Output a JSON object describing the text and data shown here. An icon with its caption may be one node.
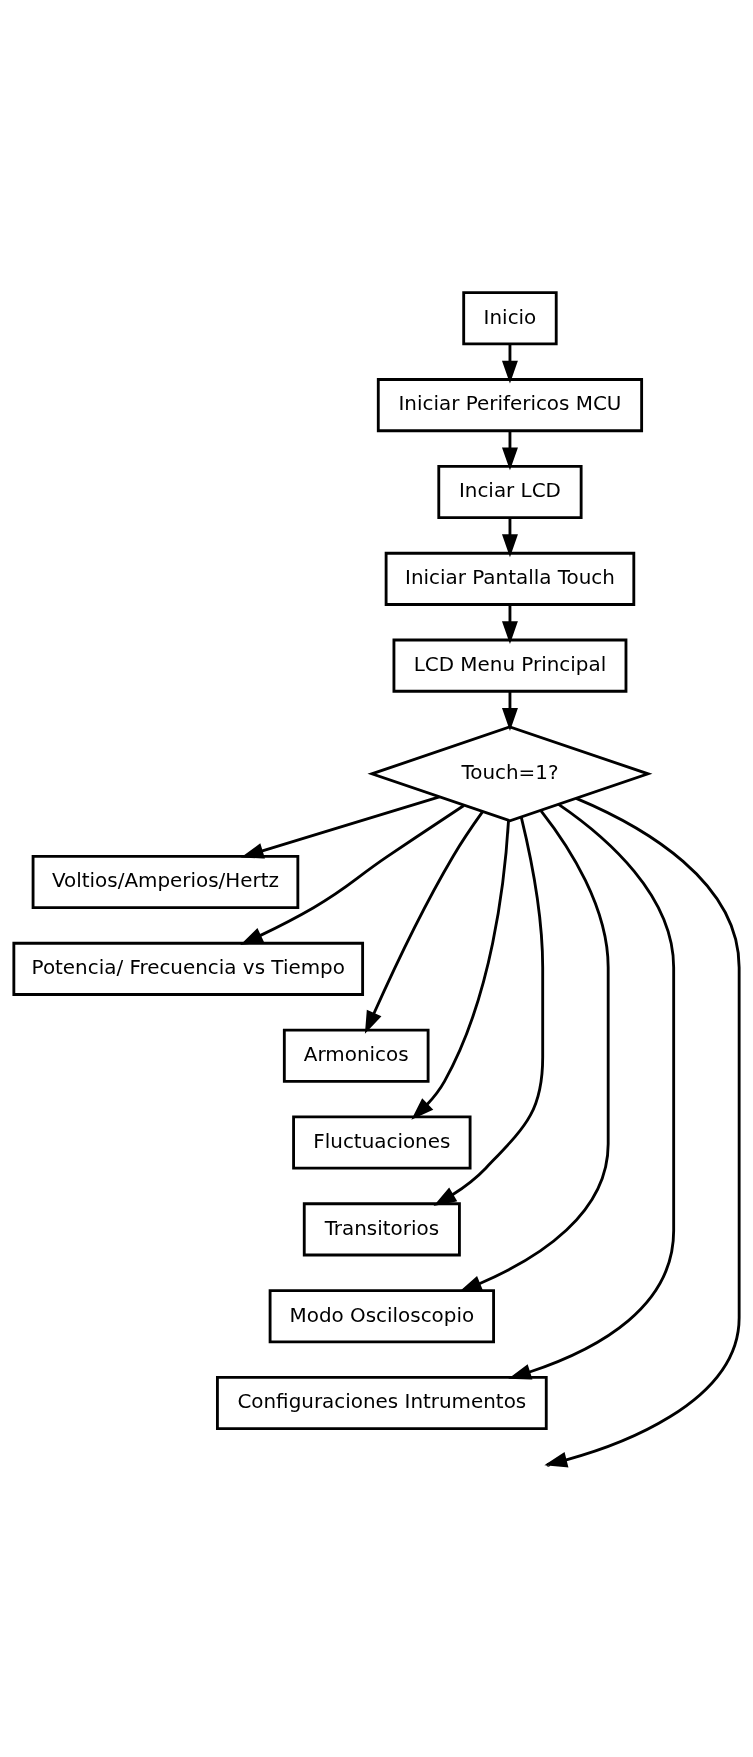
{
  "diagram": {
    "nodes": [
      {
        "text": [
          "Inicio"
        ]
      },
      {
        "text": [
          "Iniciar Perifericos MCU"
        ]
      },
      {
        "text": [
          "Inciar LCD"
        ]
      },
      {
        "text": [
          "Iniciar Pantalla Touch"
        ]
      },
      {
        "text": [
          "LCD Menu Principal"
        ]
      },
      {
        "text": [
          "Touch=1?"
        ]
      },
      {
        "text": [
          "Voltios/Amperios/Hertz"
        ]
      },
      {
        "text": [
          "Potencia/ Frecuencia vs Tiempo"
        ]
      },
      {
        "text": [
          "Armonicos"
        ]
      },
      {
        "text": [
          "Fluctuaciones"
        ]
      },
      {
        "text": [
          "Transitorios"
        ]
      },
      {
        "text": [
          "Modo Osciloscopio"
        ]
      },
      {
        "text": [
          "Configuraciones Intrumentos"
        ]
      }
    ],
    "edges": [
      {
        "from": 0,
        "to": 1,
        "arrow": "to"
      },
      {
        "from": 1,
        "to": 2,
        "arrow": "to"
      },
      {
        "from": 2,
        "to": 3,
        "arrow": "to"
      },
      {
        "from": 3,
        "to": 4,
        "arrow": "to"
      },
      {
        "from": 4,
        "to": 5,
        "arrow": "to"
      },
      {
        "from": 5,
        "to": 6,
        "arrow": "to"
      },
      {
        "from": 5,
        "to": 7,
        "arrow": "to"
      },
      {
        "from": 5,
        "to": 8,
        "arrow": "to"
      },
      {
        "from": 5,
        "to": 9,
        "arrow": "to"
      },
      {
        "from": 5,
        "to": 10,
        "arrow": "to"
      },
      {
        "from": 5,
        "to": 11,
        "arrow": "to"
      },
      {
        "from": 5,
        "to": 12,
        "arrow": "to"
      },
      {
        "from": 5,
        "to": null,
        "arrow": "to"
      }
    ]
  }
}
